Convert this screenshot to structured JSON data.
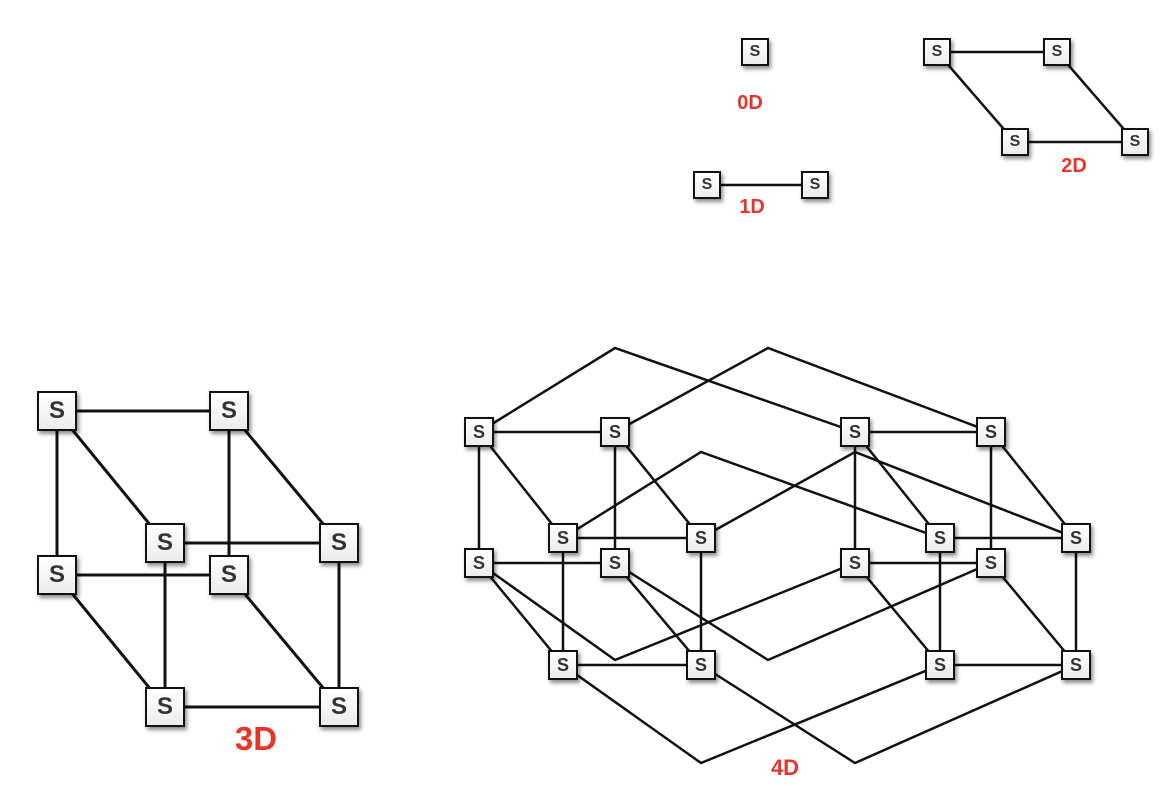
{
  "node_text": "S",
  "label_color": "#e8352b",
  "edge_color": "#111111",
  "diagrams": {
    "d0": {
      "label": "0D"
    },
    "d1": {
      "label": "1D"
    },
    "d2": {
      "label": "2D"
    },
    "d3": {
      "label": "3D"
    },
    "d4": {
      "label": "4D"
    }
  }
}
